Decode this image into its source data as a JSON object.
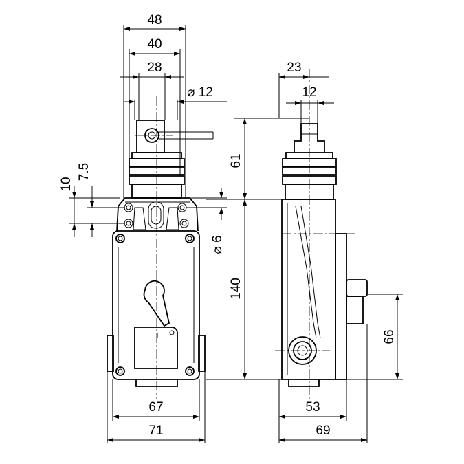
{
  "dimensions": {
    "front_width_top_48": "48",
    "front_width_40": "40",
    "front_width_28": "28",
    "shaft_diameter_12": "⌀ 12",
    "height_10": "10",
    "height_7_5": "7.5",
    "hole_diameter_6": "⌀ 6",
    "height_61": "61",
    "height_140": "140",
    "base_width_67": "67",
    "base_width_71": "71",
    "side_width_23": "23",
    "side_width_12": "12",
    "side_height_66": "66",
    "side_base_53": "53",
    "side_base_69": "69"
  },
  "colors": {
    "line": "#000000",
    "background": "#ffffff"
  }
}
